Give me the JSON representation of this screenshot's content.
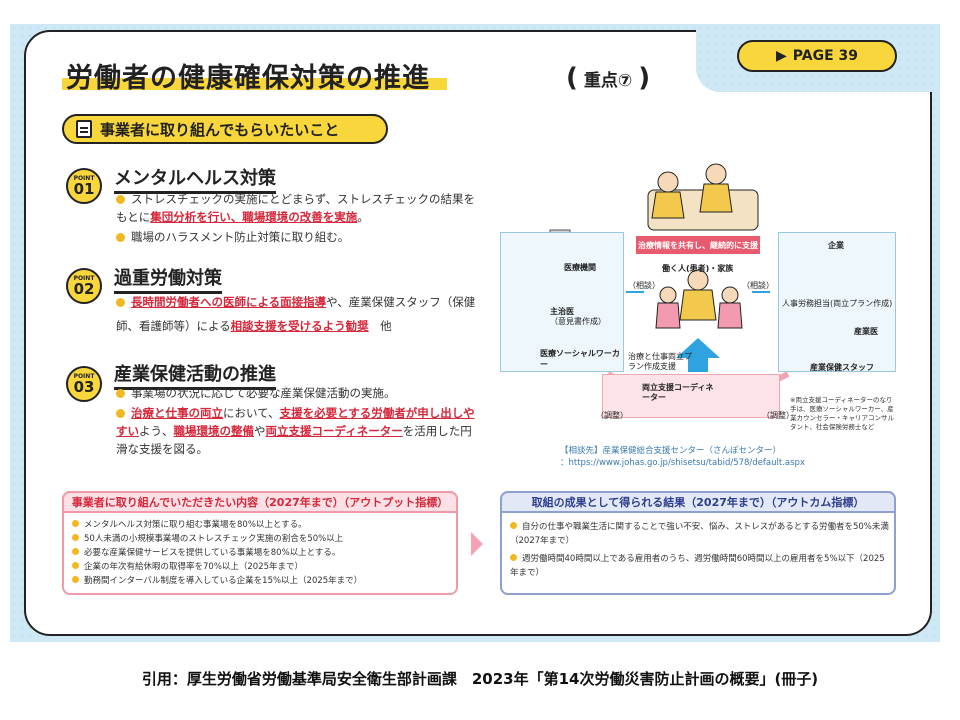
{
  "page_label": "PAGE 39",
  "title": "労働者の健康確保対策の推進",
  "badge": "重点⑦",
  "subheading": "事業者に取り組んでもらいたいこと",
  "points": [
    {
      "label": "POINT",
      "num": "01",
      "heading": "メンタルヘルス対策",
      "b1_pre": "ストレスチェックの実施にとどまらず、ストレスチェックの結果をもとに",
      "b1_em1": "集団分析を行い、職場環境の改善を実施",
      "b1_post": "。",
      "b2_pre": "職場のハラスメント防止対策に取り組む。"
    },
    {
      "label": "POINT",
      "num": "02",
      "heading": "過重労働対策",
      "b1_em1": "長時間労働者への医師による面接指導",
      "b1_mid": "や、産業保健スタッフ（保健師、看護師等）による",
      "b1_em2": "相談支援を受けるよう勧奨",
      "b1_post": "　他"
    },
    {
      "label": "POINT",
      "num": "03",
      "heading": "産業保健活動の推進",
      "b1": "事業場の状況に応じて必要な産業保健活動の実施。",
      "b2_em1": "治療と仕事の両立",
      "b2_mid1": "において、",
      "b2_em2": "支援を必要とする",
      "b2_em3": "労働者が申し出しやすい",
      "b2_mid2": "よう、",
      "b2_em4": "職場環境の整備",
      "b2_mid3": "や",
      "b2_em5": "両立支援コーディネーター",
      "b2_post": "を活用した円滑な支援を図る。"
    }
  ],
  "diagram": {
    "share": "治療情報を共有し、継続的に支援",
    "worker": "働く人(患者)・家族",
    "consult_left": "（相談）",
    "consult_right": "（相談）",
    "medical": "医療機関",
    "doctor": "主治医",
    "doctor_sub": "（意見書作成）",
    "msw": "医療ソーシャルワーカー",
    "company": "企業",
    "hr": "人事労務担当(両立プラン作成)",
    "occ_doctor": "産業医",
    "occ_staff": "産業保健スタッフ",
    "plan_support": "治療と仕事両立プラン作成支援",
    "coord": "両立支援コーディネーター",
    "adjust_left": "（調整）",
    "adjust_right": "（調整）",
    "note": "※両立支援コーディネーターのなり手は、医療ソーシャルワーカー、産業カウンセラー・キャリアコンサルタント、社会保険労務士など",
    "consult_title": "【相談先】産業保健総合支援センター（さんぽセンター）",
    "consult_url": "：https://www.johas.go.jp/shisetsu/tabid/578/default.aspx"
  },
  "output_box": {
    "heading": "事業者に取り組んでいただきたい内容（2027年まで）（アウトプット指標）",
    "items": [
      "メンタルヘルス対策に取り組む事業場を80%以上とする。",
      "50人未満の小規模事業場のストレスチェック実施の割合を50%以上",
      "必要な産業保健サービスを提供している事業場を80%以上とする。",
      "企業の年次有給休暇の取得率を70%以上（2025年まで）",
      "勤務間インターバル制度を導入している企業を15%以上（2025年まで）"
    ]
  },
  "result_box": {
    "heading": "取組の成果として得られる結果（2027年まで）（アウトカム指標）",
    "items": [
      "自分の仕事や職業生活に関することで強い不安、悩み、ストレスがあるとする労働者を50%未満（2027年まで）",
      "週労働時間40時間以上である雇用者のうち、週労働時間60時間以上の雇用者を5%以下（2025年まで）"
    ]
  },
  "caption": "引用：厚生労働省労働基準局安全衛生部計画課　2023年「第14次労働災害防止計画の概要」(冊子)"
}
